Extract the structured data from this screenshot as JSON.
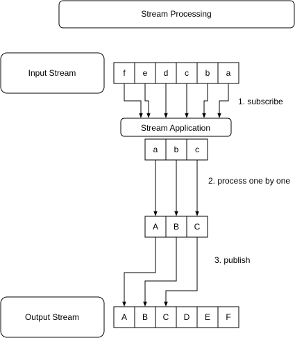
{
  "diagram": {
    "title": "Stream Processing",
    "input_stream_label": "Input Stream",
    "output_stream_label": "Output Stream",
    "application_label": "Stream Application",
    "input_cells": [
      "f",
      "e",
      "d",
      "c",
      "b",
      "a"
    ],
    "buffer_cells": [
      "a",
      "b",
      "c"
    ],
    "processed_cells": [
      "A",
      "B",
      "C"
    ],
    "output_cells": [
      "A",
      "B",
      "C",
      "D",
      "E",
      "F"
    ],
    "steps": {
      "subscribe": "1. subscribe",
      "process": "2. process one by one",
      "publish": "3. publish"
    }
  }
}
